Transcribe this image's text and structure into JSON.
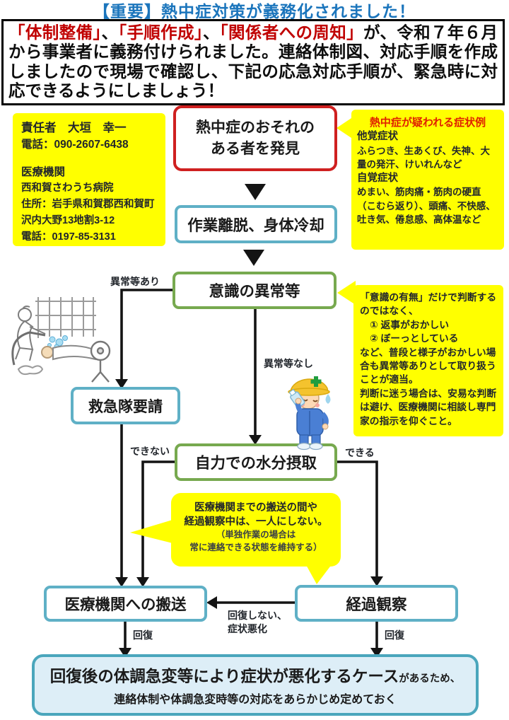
{
  "title": "【重要】熱中症対策が義務化されました！",
  "notice": {
    "red1": "「体制整備」",
    "sep1": "、",
    "red2": "「手順作成」",
    "sep2": "、",
    "red3": "「関係者への周知」",
    "rest": "が、令和７年６月から事業者に義務付けられました。連絡体制図、対応手順を作成しましたので現場で確認し、下記の応急対応手順が、緊急時に対応できるようにしましょう！"
  },
  "contact": {
    "responsible": "責任者　大垣　幸一",
    "phone": "電話：090-2607-6438",
    "medical_label": "医療機関",
    "hospital": "西和賀さわうち病院",
    "address_line1": "住所：岩手県和賀郡西和賀町",
    "address_line2": "沢内大野13地割3-12",
    "hospital_phone": "電話：0197-85-3131"
  },
  "symptoms": {
    "title": "熱中症が疑われる症状例",
    "objective_label": "他覚症状",
    "objective_text": "ふらつき、生あくび、失神、大量の発汗、けいれんなど",
    "subjective_label": "自覚症状",
    "subjective_text": "めまい、筋肉痛・筋肉の硬直（こむら返り）、頭痛、不快感、吐き気、倦怠感、高体温など"
  },
  "consciousness_note": {
    "intro": "「意識の有無」だけで判断するのではなく、",
    "item1": "① 返事がおかしい",
    "item2": "② ぼーっとしている",
    "body": "など、普段と様子がおかしい場合も異常等ありとして取り扱うことが適当。",
    "caution": "判断に迷う場合は、安易な判断は避け、医療機関に相談し専門家の指示を仰ぐこと。"
  },
  "bubble": {
    "line1": "医療機関までの搬送の間や",
    "line2": "経過観察中は、一人にしない。",
    "line3": "（単独作業の場合は",
    "line4": "常に連絡できる状態を維持する）"
  },
  "flow": {
    "discover_line1": "熱中症のおそれの",
    "discover_line2": "ある者を発見",
    "cooldown": "作業離脱、身体冷却",
    "consciousness": "意識の異常等",
    "rescue": "救急隊要請",
    "hydration": "自力での水分摂取",
    "transport": "医療機関への搬送",
    "observation": "経過観察",
    "label_abnormal_yes": "異常等あり",
    "label_abnormal_no": "異常等なし",
    "label_cannot": "できない",
    "label_can": "できる",
    "label_no_recovery_line1": "回復しない、",
    "label_no_recovery_line2": "症状悪化",
    "label_recovery_left": "回復",
    "label_recovery_right": "回復"
  },
  "bottom": {
    "main": "回復後の体調急変等により症状が悪化するケース",
    "suffix": "があるため、",
    "line2": "連絡体制や体調急変時等の対応をあらかじめ定めておく"
  },
  "colors": {
    "title_blue": "#1b75bc",
    "alert_red": "#c00000",
    "highlight_yellow": "#ffff00",
    "box_red_border": "#cf2020",
    "box_blue_border": "#5fb0c6",
    "box_green_border": "#77a94f",
    "summary_fill": "#ddeef7",
    "summary_border": "#4aa6bc",
    "connector_black": "#141414"
  }
}
